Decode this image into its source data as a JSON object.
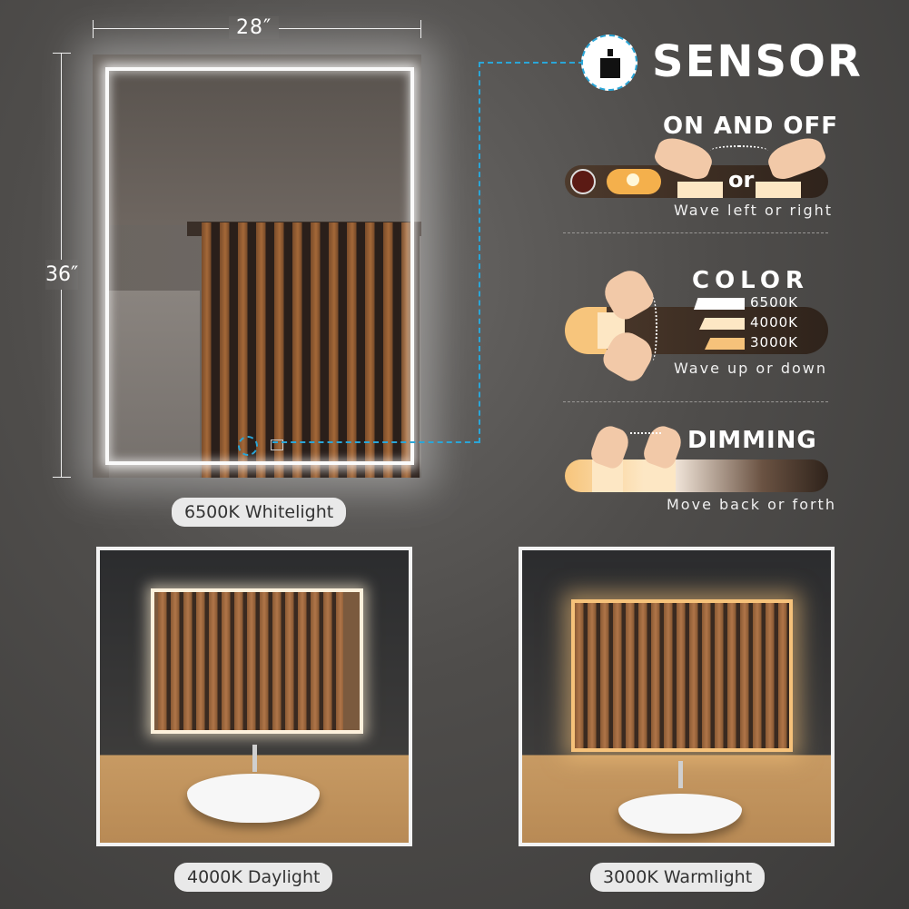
{
  "dimensions": {
    "width_label": "28″",
    "height_label": "36″"
  },
  "main_mirror": {
    "caption": "6500K Whitelight"
  },
  "sensor": {
    "title": "SENSOR",
    "on_off": {
      "title": "ON AND OFF",
      "or_label": "or",
      "instruction": "Wave left or right"
    },
    "color": {
      "title": "COLOR",
      "temperatures": [
        "6500K",
        "4000K",
        "3000K"
      ],
      "instruction": "Wave up or down"
    },
    "dimming": {
      "title": "DIMMING",
      "instruction": "Move back or forth"
    }
  },
  "photos": [
    {
      "caption": "4000K Daylight"
    },
    {
      "caption": "3000K Warmlight"
    }
  ],
  "colors": {
    "accent_dashed": "#2aa6d8",
    "light_6500": "#ffffff",
    "light_4000": "#fde7c4",
    "light_3000": "#f6c27a"
  }
}
